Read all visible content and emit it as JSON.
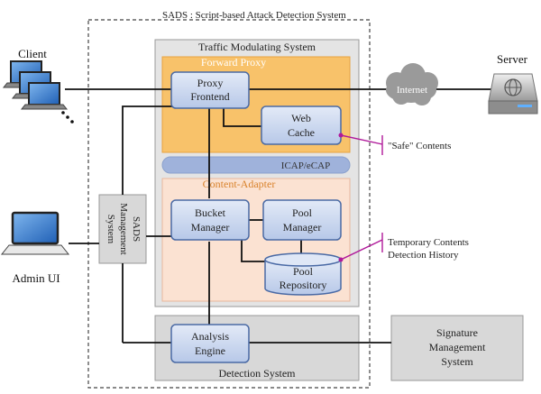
{
  "sads_title": "SADS : Script-based Attack Detection System",
  "tms_title": "Traffic Modulating System",
  "forward_proxy": "Forward Proxy",
  "proxy_frontend": [
    "Proxy",
    "Frontend"
  ],
  "web_cache": [
    "Web",
    "Cache"
  ],
  "icap_bar": "ICAP/eCAP",
  "content_adapter": "Content-Adapter",
  "bucket_manager": [
    "Bucket",
    "Manager"
  ],
  "pool_manager": [
    "Pool",
    "Manager"
  ],
  "pool_repository": [
    "Pool",
    "Repository"
  ],
  "management_system": [
    "SADS",
    "Management",
    "System"
  ],
  "detection_system": "Detection System",
  "analysis_engine": [
    "Analysis",
    "Engine"
  ],
  "signature_system": [
    "Signature",
    "Management",
    "System"
  ],
  "client_label": "Client",
  "admin_label": "Admin UI",
  "server_label": "Server",
  "internet_label": "Internet",
  "safe_contents": "\"Safe\" Contents",
  "temp_contents": [
    "Temporary Contents",
    "Detection History"
  ],
  "colors": {
    "forward_proxy_fill": "#f8c26a",
    "content_adapter_fill": "#fbe2d2",
    "box_fill": "#c9d6ee",
    "box_stroke": "#4a6aa5",
    "icap_fill": "#9fb2db",
    "gray_fill": "#d8d8d8",
    "orange_text": "#d9822b",
    "magenta": "#b0199a",
    "cloud": "#9a9a9a"
  }
}
